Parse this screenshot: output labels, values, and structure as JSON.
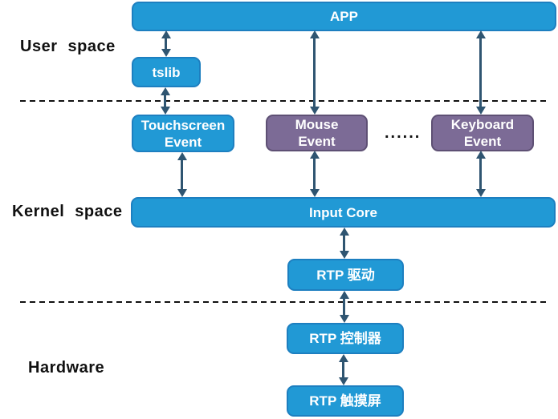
{
  "layer_labels": {
    "user_space": "User space",
    "kernel_space": "Kernel space",
    "hardware": "Hardware"
  },
  "nodes": {
    "app": {
      "label": "APP"
    },
    "tslib": {
      "label": "tslib"
    },
    "touchscreen_event": {
      "line1": "Touchscreen",
      "line2": "Event"
    },
    "mouse_event": {
      "line1": "Mouse",
      "line2": "Event"
    },
    "keyboard_event": {
      "line1": "Keyboard",
      "line2": "Event"
    },
    "ellipsis": "......",
    "input_core": {
      "label": "Input Core"
    },
    "rtp_driver": {
      "label": "RTP 驱动"
    },
    "rtp_controller": {
      "label": "RTP 控制器"
    },
    "rtp_touchscreen": {
      "label": "RTP 触摸屏"
    }
  },
  "colors": {
    "box_blue": "#2199D5",
    "box_blue_border": "#1D7FC0",
    "box_purple": "#7C6B96",
    "box_purple_border": "#5E5074",
    "box_text": "#FFFFFF",
    "arrow": "#2F5571",
    "divider": "#111111",
    "label_text": "#111111"
  }
}
